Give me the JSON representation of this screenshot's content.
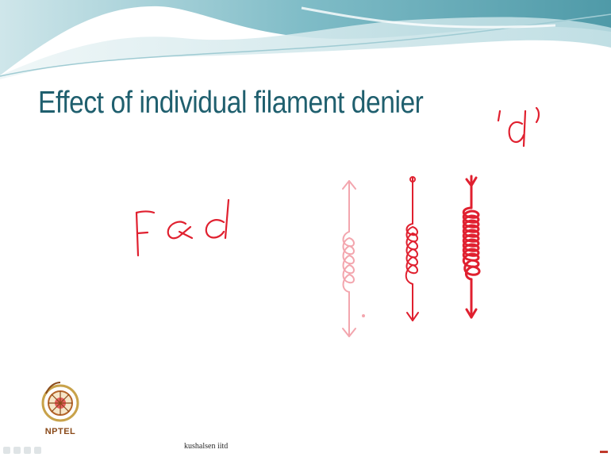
{
  "slide": {
    "title": "Effect of individual filament denier",
    "footer": "kushalsen iitd",
    "logo_text": "NPTEL"
  },
  "annotations": {
    "quote_d": "'d'",
    "proportionality": "F∝d"
  },
  "colors": {
    "title": "#1f5f6e",
    "wave_teal": "#5fa8b5",
    "ink_red": "#e0202f",
    "ink_light": "#f3a6ae"
  }
}
